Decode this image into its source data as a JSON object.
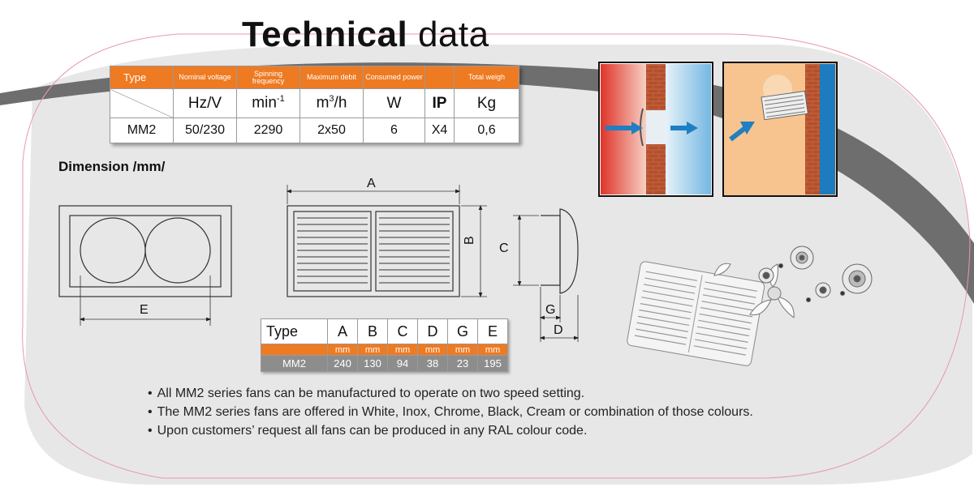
{
  "title": {
    "strong": "Technical",
    "light": "data"
  },
  "spec_table": {
    "headers": [
      "Type",
      "Nominal voltage",
      "Spinning frequency",
      "Maximum debit",
      "Consumed power",
      "",
      "Total weigh"
    ],
    "units": [
      "",
      "Hz/V",
      "min",
      "-1",
      "m",
      "3",
      "/h",
      "W",
      "IP",
      "Kg"
    ],
    "row": [
      "MM2",
      "50/230",
      "2290",
      "2x50",
      "6",
      "X4",
      "0,6"
    ]
  },
  "dimension_title": "Dimension /mm/",
  "drawing_labels": {
    "a": "A",
    "b": "B",
    "c": "C",
    "d": "D",
    "e": "E",
    "g": "G"
  },
  "dim_table": {
    "type_label": "Type",
    "letters": [
      "A",
      "B",
      "C",
      "D",
      "G",
      "E"
    ],
    "unit": "mm",
    "model": "MM2",
    "values": [
      "240",
      "130",
      "94",
      "38",
      "23",
      "195"
    ]
  },
  "notes": [
    "All MM2 series fans can be manufactured to operate on two speed setting.",
    "The MM2 series fans are offered in White, Inox, Chrome, Black, Cream or combination of those colours.",
    "Upon customers’ request all fans can be produced in any RAL colour code."
  ],
  "colors": {
    "orange": "#ee7a22",
    "grey_band": "#6e6e6e",
    "light_bg": "#e7e6e6",
    "border_pink": "#e79aa8"
  }
}
